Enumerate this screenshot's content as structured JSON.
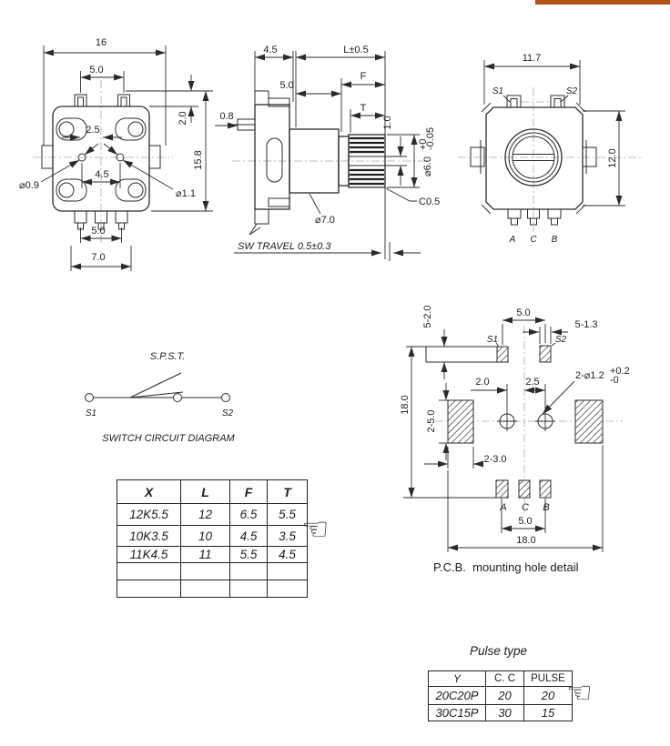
{
  "accent_color": "#b4521c",
  "pointer_icon": "☜",
  "front": {
    "w": "16",
    "pin_pitch": "5.0",
    "pin_h": "2.0",
    "h": "15.8",
    "bracket_t": "0.8",
    "hole_off": "2.5",
    "hole_span": "4.5",
    "hole_l": "⌀0.9",
    "hole_r": "⌀1.1",
    "pitch_b": "5.0",
    "mount": "7.0"
  },
  "side": {
    "depth": "4.5",
    "len": "L±0.5",
    "flat": "F",
    "body": "5.0",
    "knurl": "T",
    "slot": "1.0",
    "shaft": "⌀6.0",
    "tol_hi": "+0",
    "tol_lo": "-0.05",
    "chamfer": "C0.5",
    "dia": "⌀7.0",
    "travel": "SW TRAVEL 0.5±0.3"
  },
  "rear": {
    "w": "11.7",
    "h": "12.0",
    "s1": "S1",
    "s2": "S2",
    "a": "A",
    "c": "C",
    "b": "B"
  },
  "circuit": {
    "title": "S.P.S.T.",
    "s1": "S1",
    "s2": "S2",
    "caption": "SWITCH CIRCUIT DIAGRAM"
  },
  "pcb": {
    "caption": "P.C.B.  mounting hole detail",
    "rows_h": "5-2.0",
    "top_pitch": "5.0",
    "pad_w": "5-1.3",
    "s1": "S1",
    "s2": "S2",
    "off_l": "2.0",
    "off_r": "2.5",
    "holes": "2-⌀1.2",
    "hole_tol_hi": "+0.2",
    "hole_tol_lo": "-0",
    "height": "18.0",
    "side_pad_h": "2-5.0",
    "side_pad_w": "2-3.0",
    "a": "A",
    "c": "C",
    "b": "B",
    "bot_pitch": "5.0",
    "width": "18.0"
  },
  "xlft": {
    "headers": [
      "X",
      "L",
      "F",
      "T"
    ],
    "rows": [
      [
        "12K5.5",
        "12",
        "6.5",
        "5.5"
      ],
      [
        "10K3.5",
        "10",
        "4.5",
        "3.5"
      ],
      [
        "11K4.5",
        "11",
        "5.5",
        "4.5"
      ],
      [
        "",
        "",
        "",
        ""
      ],
      [
        "",
        "",
        "",
        ""
      ]
    ]
  },
  "pulse": {
    "title": "Pulse type",
    "headers": [
      "Y",
      "C. C",
      "PULSE"
    ],
    "rows": [
      [
        "20C20P",
        "20",
        "20"
      ],
      [
        "30C15P",
        "30",
        "15"
      ]
    ]
  }
}
